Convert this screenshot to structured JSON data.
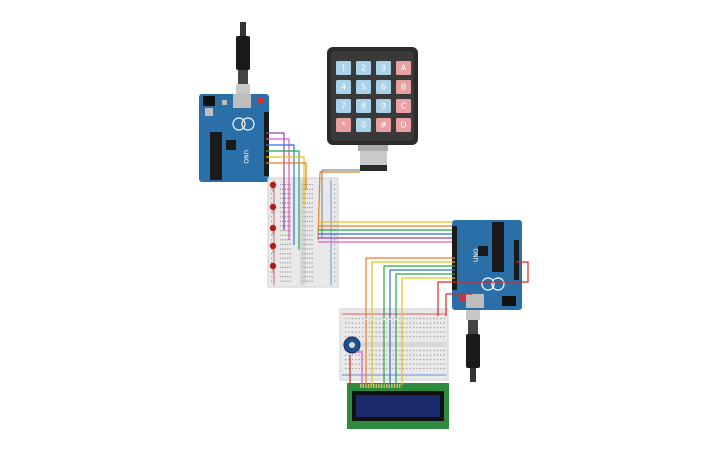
{
  "keypad": {
    "keys": [
      {
        "label": "1",
        "kind": "num"
      },
      {
        "label": "2",
        "kind": "num"
      },
      {
        "label": "3",
        "kind": "num"
      },
      {
        "label": "A",
        "kind": "letter"
      },
      {
        "label": "4",
        "kind": "num"
      },
      {
        "label": "5",
        "kind": "num"
      },
      {
        "label": "6",
        "kind": "num"
      },
      {
        "label": "B",
        "kind": "letter"
      },
      {
        "label": "7",
        "kind": "num"
      },
      {
        "label": "8",
        "kind": "num"
      },
      {
        "label": "9",
        "kind": "num"
      },
      {
        "label": "C",
        "kind": "letter"
      },
      {
        "label": "*",
        "kind": "letter"
      },
      {
        "label": "0",
        "kind": "num"
      },
      {
        "label": "#",
        "kind": "letter"
      },
      {
        "label": "D",
        "kind": "letter"
      }
    ]
  },
  "boards": {
    "left_label": "UNO",
    "right_label": "UNO"
  },
  "colors": {
    "board": "#2a6fa8",
    "board_dark": "#1d5686",
    "breadboard": "#e9e9e9",
    "key_num": "#a9d3ea",
    "key_letter": "#e8a0a3",
    "keypad_frame": "#2b2b2b",
    "lcd_screen": "#1b2a6b",
    "lcd_pcb": "#2e8b3e",
    "led": "#b01d1d",
    "pot": "#1f4f8f"
  },
  "wires": {
    "purple": "#8e44ad",
    "blue": "#2f6fd6",
    "green": "#27a34a",
    "yellow": "#e6c21a",
    "orange": "#e67e22",
    "red": "#d62b2b",
    "gray": "#8c8c8c",
    "pink": "#e05bb6"
  }
}
